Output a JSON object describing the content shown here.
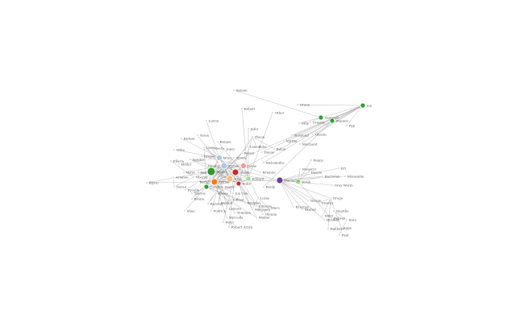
{
  "graph": {
    "colors": {
      "green": "#2ca02c",
      "red": "#d62728",
      "orange": "#ff7f0e",
      "blue": "#1f77b4",
      "purple": "#6a3d9a",
      "lightblue": "#aec7e8",
      "lightgreen": "#98df8a",
      "peach": "#ffbb78",
      "pink": "#ff9896",
      "gray": "#bbbbbb",
      "olive": "#bcbd22",
      "brown": "#8c564b"
    },
    "nodes": [
      {
        "id": "hub_a",
        "label": "Mance",
        "color": "green",
        "size": 5
      },
      {
        "id": "hub_b",
        "label": "Sansa",
        "color": "red",
        "size": 4
      },
      {
        "id": "hub_c",
        "label": "Tyrion",
        "color": "lightblue",
        "size": 4
      },
      {
        "id": "hub_d",
        "label": "Arya",
        "color": "peach",
        "size": 4
      },
      {
        "id": "hub_e",
        "label": "Cersei",
        "color": "orange",
        "size": 4
      },
      {
        "id": "hub_f",
        "label": "Jaime",
        "color": "pink",
        "size": 3.5
      },
      {
        "id": "hub_g",
        "label": "Bran",
        "color": "lightblue",
        "size": 3.5
      },
      {
        "id": "hub_h",
        "label": "Robb",
        "color": "red",
        "size": 3
      },
      {
        "id": "hub_i",
        "label": "Catelyn",
        "color": "green",
        "size": 3
      },
      {
        "id": "hub_j",
        "label": "Eddard",
        "color": "lightgreen",
        "size": 3
      },
      {
        "id": "daenerys",
        "label": "Daenerys",
        "color": "purple",
        "size": 4
      },
      {
        "id": "jorah",
        "label": "Jorah",
        "color": "lightgreen",
        "size": 3
      },
      {
        "id": "jon",
        "label": "Jon",
        "color": "green",
        "size": 3
      },
      {
        "id": "stannis",
        "label": "Stannis",
        "color": "green",
        "size": 3
      },
      {
        "id": "sam",
        "label": "Samwell",
        "color": "green",
        "size": 3
      },
      {
        "id": "n_ilyrio",
        "label": "Illyrio",
        "color": "gray",
        "size": 1.2
      },
      {
        "id": "n_illyrio2",
        "label": "Aemon",
        "color": "gray",
        "size": 1.2
      },
      {
        "id": "n_aemon",
        "label": "Robert",
        "color": "gray",
        "size": 1.2
      },
      {
        "id": "n_grenn",
        "label": "Grenn",
        "color": "gray",
        "size": 1.2
      },
      {
        "id": "n_othor",
        "label": "Othor",
        "color": "gray",
        "size": 1.2
      },
      {
        "id": "n_jaf",
        "label": "Jafer",
        "color": "gray",
        "size": 1.2
      },
      {
        "id": "n_luwin",
        "label": "Luwin",
        "color": "gray",
        "size": 1.2
      },
      {
        "id": "n_yoren",
        "label": "Yoren",
        "color": "gray",
        "size": 1.2
      },
      {
        "id": "n_rickon",
        "label": "Rickon",
        "color": "gray",
        "size": 1.2
      },
      {
        "id": "n_osha",
        "label": "Osha",
        "color": "gray",
        "size": 1.2
      },
      {
        "id": "n_hodor",
        "label": "Hodor",
        "color": "gray",
        "size": 1.2
      },
      {
        "id": "n_varys",
        "label": "Varys",
        "color": "gray",
        "size": 1.2
      },
      {
        "id": "n_pycelle",
        "label": "Pycelle",
        "color": "gray",
        "size": 1.2
      },
      {
        "id": "n_bronn",
        "label": "Bronn",
        "color": "gray",
        "size": 1.2
      },
      {
        "id": "n_shae",
        "label": "Shae",
        "color": "gray",
        "size": 1.2
      },
      {
        "id": "n_podrick",
        "label": "Podrick",
        "color": "gray",
        "size": 1.2
      },
      {
        "id": "n_joffrey",
        "label": "Joffrey",
        "color": "gray",
        "size": 1.2
      },
      {
        "id": "n_tommen",
        "label": "Tommen",
        "color": "gray",
        "size": 1.2
      },
      {
        "id": "n_myrcella",
        "label": "Myrcella",
        "color": "gray",
        "size": 1.2
      },
      {
        "id": "n_margaery",
        "label": "Margaery",
        "color": "gray",
        "size": 1.2
      },
      {
        "id": "n_loras",
        "label": "Loras",
        "color": "gray",
        "size": 1.2
      },
      {
        "id": "n_renly",
        "label": "Renly",
        "color": "gray",
        "size": 1.2
      },
      {
        "id": "n_brienne",
        "label": "Brienne",
        "color": "gray",
        "size": 1.2
      },
      {
        "id": "n_melisandre",
        "label": "Melisandre",
        "color": "gray",
        "size": 1.2
      },
      {
        "id": "n_davos",
        "label": "Davos",
        "color": "gray",
        "size": 1.2
      },
      {
        "id": "n_theon",
        "label": "Theon",
        "color": "gray",
        "size": 1.2
      },
      {
        "id": "n_asha",
        "label": "Asha",
        "color": "gray",
        "size": 1.2
      },
      {
        "id": "n_balon",
        "label": "Balon",
        "color": "gray",
        "size": 1.2
      },
      {
        "id": "n_ygritte",
        "label": "Ygritte",
        "color": "gray",
        "size": 1.2
      },
      {
        "id": "n_tormund",
        "label": "Tormund",
        "color": "gray",
        "size": 1.2
      },
      {
        "id": "n_gilly",
        "label": "Gilly",
        "color": "gray",
        "size": 1.2
      },
      {
        "id": "n_craster",
        "label": "Craster",
        "color": "gray",
        "size": 1.2
      },
      {
        "id": "n_benjen",
        "label": "Benjen",
        "color": "gray",
        "size": 1.2
      },
      {
        "id": "n_lysa",
        "label": "Lysa",
        "color": "gray",
        "size": 1.2
      },
      {
        "id": "n_robert_arryn",
        "label": "Robert Arryn",
        "color": "gray",
        "size": 1.2
      },
      {
        "id": "n_petyr",
        "label": "Petyr",
        "color": "gray",
        "size": 1.2
      },
      {
        "id": "n_walder",
        "label": "Walder",
        "color": "gray",
        "size": 1.2
      },
      {
        "id": "n_edmure",
        "label": "Edmure",
        "color": "gray",
        "size": 1.2
      },
      {
        "id": "n_brynden",
        "label": "Brynden",
        "color": "gray",
        "size": 1.2
      },
      {
        "id": "n_roose",
        "label": "Roose",
        "color": "gray",
        "size": 1.2
      },
      {
        "id": "n_ramsay",
        "label": "Ramsay",
        "color": "gray",
        "size": 1.2
      },
      {
        "id": "n_gregor",
        "label": "Gregor",
        "color": "gray",
        "size": 1.2
      },
      {
        "id": "n_sandor",
        "label": "Sandor",
        "color": "gray",
        "size": 1.2
      },
      {
        "id": "n_beric",
        "label": "Beric",
        "color": "gray",
        "size": 1.2
      },
      {
        "id": "n_thoros",
        "label": "Thoros",
        "color": "gray",
        "size": 1.2
      },
      {
        "id": "n_gendry",
        "label": "Gendry",
        "color": "gray",
        "size": 1.2
      },
      {
        "id": "n_hotpie",
        "label": "Hot Pie",
        "color": "gray",
        "size": 1.2
      },
      {
        "id": "n_meera",
        "label": "Meera",
        "color": "gray",
        "size": 1.2
      },
      {
        "id": "n_jojen",
        "label": "Jojen",
        "color": "gray",
        "size": 1.2
      },
      {
        "id": "n_qhorin",
        "label": "Qhorin",
        "color": "gray",
        "size": 1.2
      },
      {
        "id": "n_mormont",
        "label": "Mormont",
        "color": "gray",
        "size": 1.2
      },
      {
        "id": "n_pyp",
        "label": "Pyp",
        "color": "gray",
        "size": 1.2
      },
      {
        "id": "n_viserys",
        "label": "Viserys",
        "color": "gray",
        "size": 1.2
      },
      {
        "id": "n_drogo",
        "label": "Drogo",
        "color": "gray",
        "size": 1.2
      },
      {
        "id": "n_irri",
        "label": "Irri",
        "color": "gray",
        "size": 1.2
      },
      {
        "id": "n_missandei",
        "label": "Missandei",
        "color": "gray",
        "size": 1.2
      },
      {
        "id": "n_barristan",
        "label": "Barristan",
        "color": "gray",
        "size": 1.2
      },
      {
        "id": "n_daario",
        "label": "Daario",
        "color": "gray",
        "size": 1.2
      },
      {
        "id": "n_grey_worm",
        "label": "Grey Worm",
        "color": "gray",
        "size": 1.2
      },
      {
        "id": "n_khal",
        "label": "Kraznys",
        "color": "gray",
        "size": 1.2
      },
      {
        "id": "n_mirri",
        "label": "Mirri",
        "color": "gray",
        "size": 1.2
      },
      {
        "id": "n_rakharo",
        "label": "Rakharo",
        "color": "gray",
        "size": 1.2
      },
      {
        "id": "n_aggo",
        "label": "Aggo",
        "color": "gray",
        "size": 1.2
      },
      {
        "id": "n_quaithe",
        "label": "Quaithe",
        "color": "gray",
        "size": 1.2
      },
      {
        "id": "n_xaro",
        "label": "Xaro",
        "color": "gray",
        "size": 1.2
      },
      {
        "id": "n_pyat",
        "label": "Pyat",
        "color": "gray",
        "size": 1.2
      },
      {
        "id": "n_belwas",
        "label": "Belwas",
        "color": "gray",
        "size": 1.2
      },
      {
        "id": "n_hizdahr",
        "label": "Hizdahr",
        "color": "gray",
        "size": 1.2
      },
      {
        "id": "n_skahaz",
        "label": "Skahaz",
        "color": "gray",
        "size": 1.2
      },
      {
        "id": "n_yezzan",
        "label": "Yezzan",
        "color": "gray",
        "size": 1.2
      },
      {
        "id": "n_tywin",
        "label": "Tywin",
        "color": "gray",
        "size": 1.2
      },
      {
        "id": "n_kevan",
        "label": "Kevan",
        "color": "gray",
        "size": 1.2
      },
      {
        "id": "n_lancel",
        "label": "Lancel",
        "color": "gray",
        "size": 1.2
      },
      {
        "id": "n_olenna",
        "label": "Olenna",
        "color": "gray",
        "size": 1.2
      },
      {
        "id": "n_mace",
        "label": "Mace",
        "color": "gray",
        "size": 1.2
      },
      {
        "id": "n_oberyn",
        "label": "Oberyn",
        "color": "gray",
        "size": 1.2
      },
      {
        "id": "n_doran",
        "label": "Doran",
        "color": "gray",
        "size": 1.2
      },
      {
        "id": "n_arianne",
        "label": "Arianne",
        "color": "gray",
        "size": 1.2
      },
      {
        "id": "n_ellaria",
        "label": "Ellaria",
        "color": "gray",
        "size": 1.2
      },
      {
        "id": "n_aegon",
        "label": "Aegon",
        "color": "gray",
        "size": 1.2
      },
      {
        "id": "n_jon_con",
        "label": "Jon Con",
        "color": "gray",
        "size": 1.2
      },
      {
        "id": "n_haldon",
        "label": "Haldon",
        "color": "gray",
        "size": 1.2
      },
      {
        "id": "n_lemore",
        "label": "Lemore",
        "color": "gray",
        "size": 1.2
      },
      {
        "id": "n_penny",
        "label": "Penny",
        "color": "gray",
        "size": 1.2
      },
      {
        "id": "n_moqorro",
        "label": "Moqorro",
        "color": "gray",
        "size": 1.2
      }
    ],
    "links": [
      [
        "hub_a",
        "hub_b"
      ],
      [
        "hub_a",
        "hub_c"
      ],
      [
        "hub_a",
        "hub_d"
      ],
      [
        "hub_a",
        "hub_e"
      ],
      [
        "hub_a",
        "hub_f"
      ],
      [
        "hub_a",
        "hub_g"
      ],
      [
        "hub_a",
        "hub_h"
      ],
      [
        "hub_a",
        "hub_i"
      ],
      [
        "hub_a",
        "hub_j"
      ],
      [
        "hub_b",
        "hub_c"
      ],
      [
        "hub_b",
        "hub_d"
      ],
      [
        "hub_b",
        "hub_e"
      ],
      [
        "hub_b",
        "hub_f"
      ],
      [
        "hub_b",
        "hub_g"
      ],
      [
        "hub_b",
        "hub_h"
      ],
      [
        "hub_c",
        "hub_d"
      ],
      [
        "hub_c",
        "hub_e"
      ],
      [
        "hub_c",
        "hub_f"
      ],
      [
        "hub_c",
        "hub_i"
      ],
      [
        "hub_c",
        "hub_j"
      ],
      [
        "hub_d",
        "hub_e"
      ],
      [
        "hub_d",
        "hub_g"
      ],
      [
        "hub_d",
        "hub_h"
      ],
      [
        "hub_e",
        "hub_f"
      ],
      [
        "hub_e",
        "hub_i"
      ],
      [
        "hub_f",
        "hub_j"
      ],
      [
        "hub_g",
        "hub_h"
      ],
      [
        "hub_g",
        "hub_i"
      ],
      [
        "hub_h",
        "hub_j"
      ],
      [
        "hub_i",
        "hub_j"
      ],
      [
        "hub_a",
        "daenerys"
      ],
      [
        "hub_c",
        "daenerys"
      ],
      [
        "hub_e",
        "daenerys"
      ],
      [
        "daenerys",
        "jorah"
      ],
      [
        "daenerys",
        "n_missandei"
      ],
      [
        "daenerys",
        "n_barristan"
      ],
      [
        "daenerys",
        "n_daario"
      ],
      [
        "daenerys",
        "n_grey_worm"
      ],
      [
        "daenerys",
        "n_viserys"
      ],
      [
        "daenerys",
        "n_drogo"
      ],
      [
        "daenerys",
        "n_irri"
      ],
      [
        "daenerys",
        "n_khal"
      ],
      [
        "daenerys",
        "n_hizdahr"
      ],
      [
        "daenerys",
        "n_skahaz"
      ],
      [
        "daenerys",
        "n_yezzan"
      ],
      [
        "jorah",
        "n_barristan"
      ],
      [
        "jorah",
        "n_daario"
      ],
      [
        "jorah",
        "n_penny"
      ],
      [
        "jorah",
        "n_moqorro"
      ],
      [
        "jorah",
        "n_belwas"
      ],
      [
        "n_viserys",
        "n_drogo"
      ],
      [
        "n_drogo",
        "n_mirri"
      ],
      [
        "n_drogo",
        "n_rakharo"
      ],
      [
        "n_drogo",
        "n_aggo"
      ],
      [
        "n_xaro",
        "n_pyat"
      ],
      [
        "n_xaro",
        "n_quaithe"
      ],
      [
        "hub_a",
        "jon"
      ],
      [
        "hub_b",
        "jon"
      ],
      [
        "jon",
        "stannis"
      ],
      [
        "jon",
        "sam"
      ],
      [
        "jon",
        "n_ygritte"
      ],
      [
        "jon",
        "n_tormund"
      ],
      [
        "jon",
        "n_mormont"
      ],
      [
        "jon",
        "n_pyp"
      ],
      [
        "jon",
        "n_grenn"
      ],
      [
        "jon",
        "n_qhorin"
      ],
      [
        "sam",
        "n_gilly"
      ],
      [
        "sam",
        "n_craster"
      ],
      [
        "sam",
        "n_illyrio2"
      ],
      [
        "stannis",
        "n_melisandre"
      ],
      [
        "stannis",
        "n_davos"
      ],
      [
        "stannis",
        "n_renly"
      ],
      [
        "hub_e",
        "n_tywin"
      ],
      [
        "hub_e",
        "n_joffrey"
      ],
      [
        "hub_e",
        "n_tommen"
      ],
      [
        "hub_e",
        "n_myrcella"
      ],
      [
        "hub_e",
        "n_kevan"
      ],
      [
        "hub_e",
        "n_lancel"
      ],
      [
        "hub_c",
        "n_bronn"
      ],
      [
        "hub_c",
        "n_shae"
      ],
      [
        "hub_c",
        "n_podrick"
      ],
      [
        "hub_c",
        "n_varys"
      ],
      [
        "hub_c",
        "n_pycelle"
      ],
      [
        "hub_c",
        "n_tywin"
      ],
      [
        "hub_f",
        "n_brienne"
      ],
      [
        "hub_f",
        "n_gregor"
      ],
      [
        "hub_f",
        "n_loras"
      ],
      [
        "hub_b",
        "n_sandor"
      ],
      [
        "hub_b",
        "n_petyr"
      ],
      [
        "hub_b",
        "n_lysa"
      ],
      [
        "hub_b",
        "n_robert_arryn"
      ],
      [
        "hub_b",
        "n_margaery"
      ],
      [
        "hub_b",
        "n_olenna"
      ],
      [
        "hub_d",
        "n_gendry"
      ],
      [
        "hub_d",
        "n_hotpie"
      ],
      [
        "hub_d",
        "n_beric"
      ],
      [
        "hub_d",
        "n_thoros"
      ],
      [
        "hub_d",
        "n_yoren"
      ],
      [
        "hub_d",
        "n_sandor"
      ],
      [
        "hub_g",
        "n_hodor"
      ],
      [
        "hub_g",
        "n_meera"
      ],
      [
        "hub_g",
        "n_jojen"
      ],
      [
        "hub_g",
        "n_osha"
      ],
      [
        "hub_g",
        "n_rickon"
      ],
      [
        "hub_g",
        "n_luwin"
      ],
      [
        "hub_h",
        "n_walder"
      ],
      [
        "hub_h",
        "n_edmure"
      ],
      [
        "hub_h",
        "n_brynden"
      ],
      [
        "hub_h",
        "n_roose"
      ],
      [
        "hub_h",
        "n_theon"
      ],
      [
        "hub_i",
        "n_walder"
      ],
      [
        "hub_i",
        "n_edmure"
      ],
      [
        "hub_i",
        "n_brynden"
      ],
      [
        "hub_i",
        "n_lysa"
      ],
      [
        "hub_j",
        "n_aemon"
      ],
      [
        "hub_j",
        "n_jaf"
      ],
      [
        "hub_j",
        "n_benjen"
      ],
      [
        "hub_j",
        "n_othor"
      ],
      [
        "n_theon",
        "n_asha"
      ],
      [
        "n_theon",
        "n_balon"
      ],
      [
        "n_theon",
        "n_ramsay"
      ],
      [
        "n_roose",
        "n_ramsay"
      ],
      [
        "n_mace",
        "n_olenna"
      ],
      [
        "n_mace",
        "n_loras"
      ],
      [
        "n_margaery",
        "n_loras"
      ],
      [
        "n_oberyn",
        "n_doran"
      ],
      [
        "n_oberyn",
        "n_ellaria"
      ],
      [
        "n_doran",
        "n_arianne"
      ],
      [
        "hub_c",
        "n_oberyn"
      ],
      [
        "n_aegon",
        "n_jon_con"
      ],
      [
        "n_aegon",
        "n_haldon"
      ],
      [
        "n_aegon",
        "n_lemore"
      ],
      [
        "hub_c",
        "n_haldon"
      ],
      [
        "n_ilyrio",
        "hub_a"
      ],
      [
        "n_ilyrio",
        "daenerys"
      ]
    ]
  }
}
